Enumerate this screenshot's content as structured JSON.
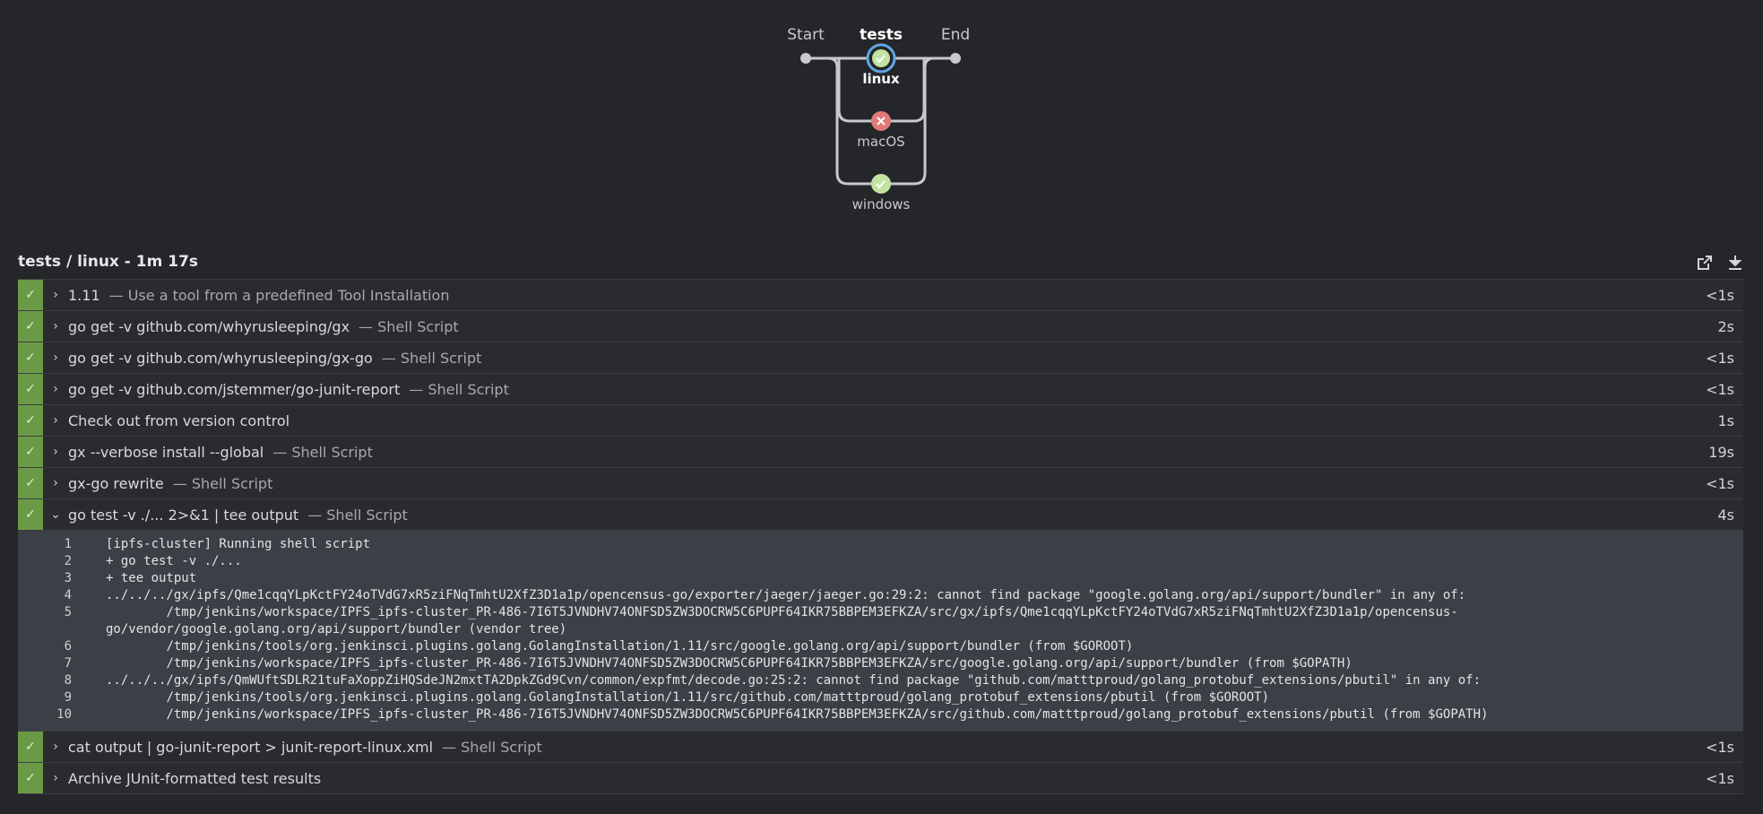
{
  "pipeline": {
    "start_label": "Start",
    "stage_label": "tests",
    "end_label": "End",
    "branches": [
      {
        "label": "linux",
        "status": "success",
        "selected": true
      },
      {
        "label": "macOS",
        "status": "failed",
        "selected": false
      },
      {
        "label": "windows",
        "status": "success",
        "selected": false
      }
    ]
  },
  "panel": {
    "title": "tests / linux - 1m 17s",
    "open_icon": "external-link-icon",
    "download_icon": "download-icon"
  },
  "steps": [
    {
      "title": "1.11",
      "desc": "— Use a tool from a predefined Tool Installation",
      "duration": "<1s"
    },
    {
      "title": "go get -v github.com/whyrusleeping/gx",
      "desc": "— Shell Script",
      "duration": "2s"
    },
    {
      "title": "go get -v github.com/whyrusleeping/gx-go",
      "desc": "— Shell Script",
      "duration": "<1s"
    },
    {
      "title": "go get -v github.com/jstemmer/go-junit-report",
      "desc": "— Shell Script",
      "duration": "<1s"
    },
    {
      "title": "Check out from version control",
      "desc": "",
      "duration": "1s"
    },
    {
      "title": "gx --verbose install --global",
      "desc": "— Shell Script",
      "duration": "19s"
    },
    {
      "title": "gx-go rewrite",
      "desc": "— Shell Script",
      "duration": "<1s"
    },
    {
      "title": "go test -v ./... 2>&1 | tee output",
      "desc": "— Shell Script",
      "duration": "4s"
    },
    {
      "title": "cat output | go-junit-report > junit-report-linux.xml",
      "desc": "— Shell Script",
      "duration": "<1s"
    },
    {
      "title": "Archive JUnit-formatted test results",
      "desc": "",
      "duration": "<1s"
    }
  ],
  "log": [
    {
      "n": "1",
      "text": "[ipfs-cluster] Running shell script"
    },
    {
      "n": "2",
      "text": "+ go test -v ./..."
    },
    {
      "n": "3",
      "text": "+ tee output"
    },
    {
      "n": "4",
      "text": "../../../gx/ipfs/Qme1cqqYLpKctFY24oTVdG7xR5ziFNqTmhtU2XfZ3D1a1p/opencensus-go/exporter/jaeger/jaeger.go:29:2: cannot find package \"google.golang.org/api/support/bundler\" in any of:"
    },
    {
      "n": "5",
      "text": "\t/tmp/jenkins/workspace/IPFS_ipfs-cluster_PR-486-7I6T5JVNDHV74ONFSD5ZW3DOCRW5C6PUPF64IKR75BBPEM3EFKZA/src/gx/ipfs/Qme1cqqYLpKctFY24oTVdG7xR5ziFNqTmhtU2XfZ3D1a1p/opencensus-"
    },
    {
      "n": "",
      "text": "go/vendor/google.golang.org/api/support/bundler (vendor tree)"
    },
    {
      "n": "6",
      "text": "\t/tmp/jenkins/tools/org.jenkinsci.plugins.golang.GolangInstallation/1.11/src/google.golang.org/api/support/bundler (from $GOROOT)"
    },
    {
      "n": "7",
      "text": "\t/tmp/jenkins/workspace/IPFS_ipfs-cluster_PR-486-7I6T5JVNDHV74ONFSD5ZW3DOCRW5C6PUPF64IKR75BBPEM3EFKZA/src/google.golang.org/api/support/bundler (from $GOPATH)"
    },
    {
      "n": "8",
      "text": "../../../gx/ipfs/QmWUftSDLR21tuFaXoppZiHQSdeJN2mxtTA2DpkZGd9Cvn/common/expfmt/decode.go:25:2: cannot find package \"github.com/matttproud/golang_protobuf_extensions/pbutil\" in any of:"
    },
    {
      "n": "9",
      "text": "\t/tmp/jenkins/tools/org.jenkinsci.plugins.golang.GolangInstallation/1.11/src/github.com/matttproud/golang_protobuf_extensions/pbutil (from $GOROOT)"
    },
    {
      "n": "10",
      "text": "\t/tmp/jenkins/workspace/IPFS_ipfs-cluster_PR-486-7I6T5JVNDHV74ONFSD5ZW3DOCRW5C6PUPF64IKR75BBPEM3EFKZA/src/github.com/matttproud/golang_protobuf_extensions/pbutil (from $GOPATH)"
    }
  ],
  "colors": {
    "success": "#6a9a46",
    "failed": "#d9534f",
    "success_node": "#c3e3a3",
    "failed_node": "#e07a7a"
  }
}
